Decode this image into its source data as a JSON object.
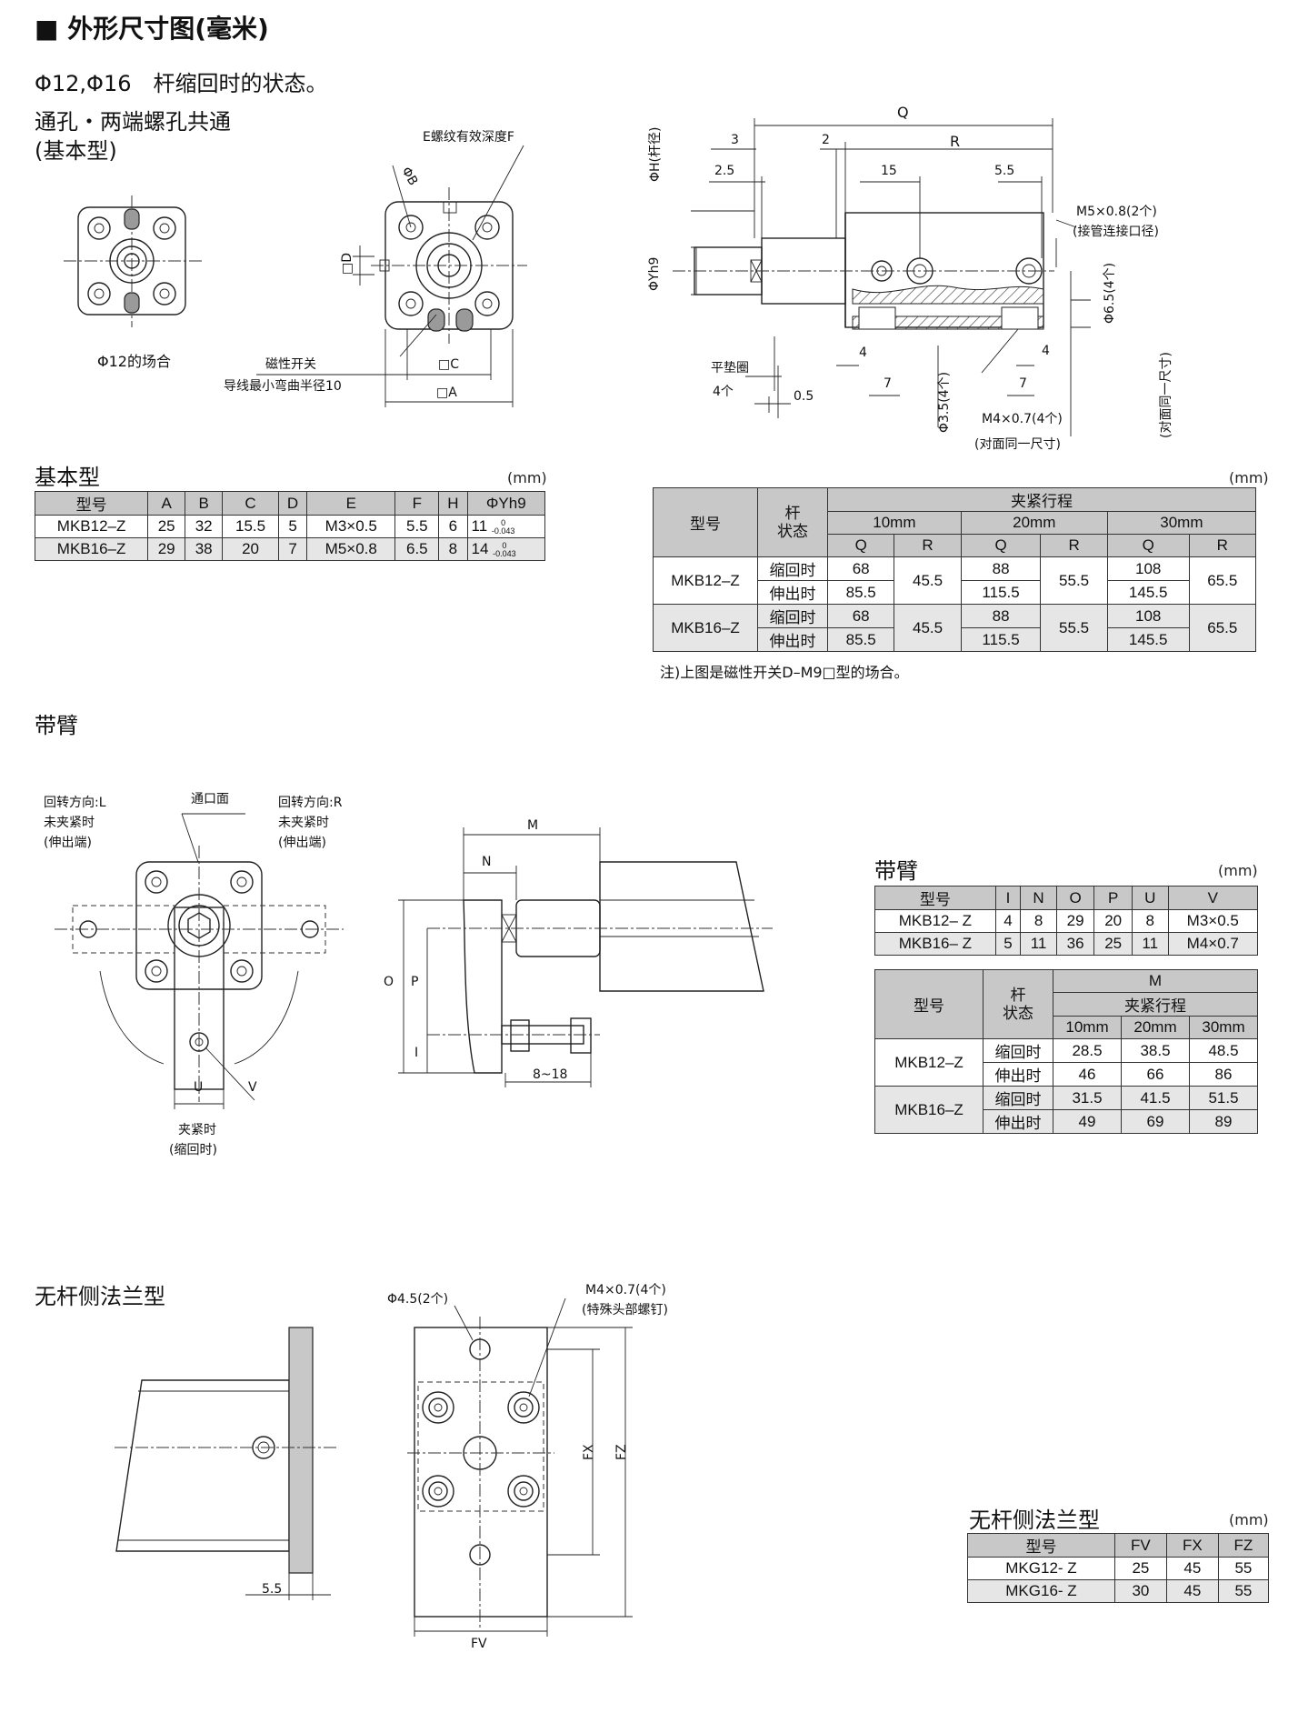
{
  "header": {
    "title": "■ 外形尺寸图(毫米)",
    "subtitle": "Φ12,Φ16　杆缩回时的状态。",
    "variant_line1": "通孔・两端螺孔共通",
    "variant_line2": "(基本型)"
  },
  "drawing1": {
    "caption_phi12": "Φ12的场合",
    "label_e_thread": "E螺纹有效深度F",
    "label_phiB": "ΦB",
    "label_D": "□D",
    "label_C": "□C",
    "label_A": "□A",
    "label_switch": "磁性开关",
    "label_switch_bend": "导线最小弯曲半径10"
  },
  "drawing2": {
    "dim_Q": "Q",
    "dim_R": "R",
    "dim_3": "3",
    "dim_2": "2",
    "dim_2_5": "2.5",
    "dim_15": "15",
    "dim_5_5": "5.5",
    "label_phiH": "ΦH(杆径)",
    "label_phiYh9": "ΦYh9",
    "label_m5": "M5×0.8(2个)",
    "label_m5_note": "(接管连接口径)",
    "label_phi6_5": "Φ6.5(4个)",
    "label_opposite": "(对面同一尺寸)",
    "label_washer": "平垫圈",
    "label_washer_qty": "4个",
    "dim_0_5": "0.5",
    "dim_4a": "4",
    "dim_7a": "7",
    "dim_4b": "4",
    "dim_7b": "7",
    "label_phi3_5": "Φ3.5(4个)",
    "label_m4": "M4×0.7(4个)",
    "label_m4_note": "(对面同一尺寸)"
  },
  "basic_table": {
    "title": "基本型",
    "unit": "(mm)",
    "headers": [
      "型号",
      "A",
      "B",
      "C",
      "D",
      "E",
      "F",
      "H",
      "ΦYh9"
    ],
    "rows": [
      [
        "MKB12–Z",
        "25",
        "32",
        "15.5",
        "5",
        "M3×0.5",
        "5.5",
        "6",
        "11"
      ],
      [
        "MKB16–Z",
        "29",
        "38",
        "20",
        "7",
        "M5×0.8",
        "6.5",
        "8",
        "14"
      ]
    ],
    "tol_upper": "0",
    "tol_lower": "-0.043"
  },
  "stroke_table": {
    "unit": "(mm)",
    "h_model": "型号",
    "h_state": "杆\n状态",
    "h_stroke": "夹紧行程",
    "strokes": [
      "10mm",
      "20mm",
      "30mm"
    ],
    "qr": [
      "Q",
      "R",
      "Q",
      "R",
      "Q",
      "R"
    ],
    "state_retract": "缩回时",
    "state_extend": "伸出时",
    "models": [
      {
        "name": "MKB12–Z",
        "retract_q": [
          "68",
          "88",
          "108"
        ],
        "extend_q": [
          "85.5",
          "115.5",
          "145.5"
        ],
        "r": [
          "45.5",
          "55.5",
          "65.5"
        ]
      },
      {
        "name": "MKB16–Z",
        "retract_q": [
          "68",
          "88",
          "108"
        ],
        "extend_q": [
          "85.5",
          "115.5",
          "145.5"
        ],
        "r": [
          "45.5",
          "55.5",
          "65.5"
        ]
      }
    ],
    "note": "注)上图是磁性开关D–M9□型的场合。"
  },
  "arm_section": {
    "title": "带臂",
    "label_port_face": "通口面",
    "label_rot_l": "回转方向:L",
    "label_unclamp_l": "未夹紧时",
    "label_extend_l": "(伸出端)",
    "label_rot_r": "回转方向:R",
    "label_unclamp_r": "未夹紧时",
    "label_extend_r": "(伸出端)",
    "label_U": "U",
    "label_V": "V",
    "label_clamp": "夹紧时",
    "label_clamp_note": "(缩回时)",
    "dim_M": "M",
    "dim_N": "N",
    "dim_O": "O",
    "dim_P": "P",
    "dim_I": "I",
    "dim_range": "8~18"
  },
  "arm_table": {
    "title": "带臂",
    "unit": "(mm)",
    "headers": [
      "型号",
      "I",
      "N",
      "O",
      "P",
      "U",
      "V"
    ],
    "rows": [
      [
        "MKB12–  Z",
        "4",
        "8",
        "29",
        "20",
        "8",
        "M3×0.5"
      ],
      [
        "MKB16–  Z",
        "5",
        "11",
        "36",
        "25",
        "11",
        "M4×0.7"
      ]
    ]
  },
  "arm_m_table": {
    "h_model": "型号",
    "h_state": "杆\n状态",
    "h_m": "M",
    "h_stroke": "夹紧行程",
    "strokes": [
      "10mm",
      "20mm",
      "30mm"
    ],
    "state_retract": "缩回时",
    "state_extend": "伸出时",
    "models": [
      {
        "name": "MKB12–Z",
        "retract": [
          "28.5",
          "38.5",
          "48.5"
        ],
        "extend": [
          "46",
          "66",
          "86"
        ]
      },
      {
        "name": "MKB16–Z",
        "retract": [
          "31.5",
          "41.5",
          "51.5"
        ],
        "extend": [
          "49",
          "69",
          "89"
        ]
      }
    ]
  },
  "flange_section": {
    "title": "无杆侧法兰型",
    "dim_5_5": "5.5",
    "dim_FV": "FV",
    "dim_FX": "FX",
    "dim_FZ": "FZ",
    "label_phi4_5": "Φ4.5(2个)",
    "label_m4": "M4×0.7(4个)",
    "label_m4_note": "(特殊头部螺钉)"
  },
  "flange_table": {
    "title": "无杆侧法兰型",
    "unit": "(mm)",
    "headers": [
      "型号",
      "FV",
      "FX",
      "FZ"
    ],
    "rows": [
      [
        "MKG12-  Z",
        "25",
        "45",
        "55"
      ],
      [
        "MKG16-  Z",
        "30",
        "45",
        "55"
      ]
    ]
  }
}
